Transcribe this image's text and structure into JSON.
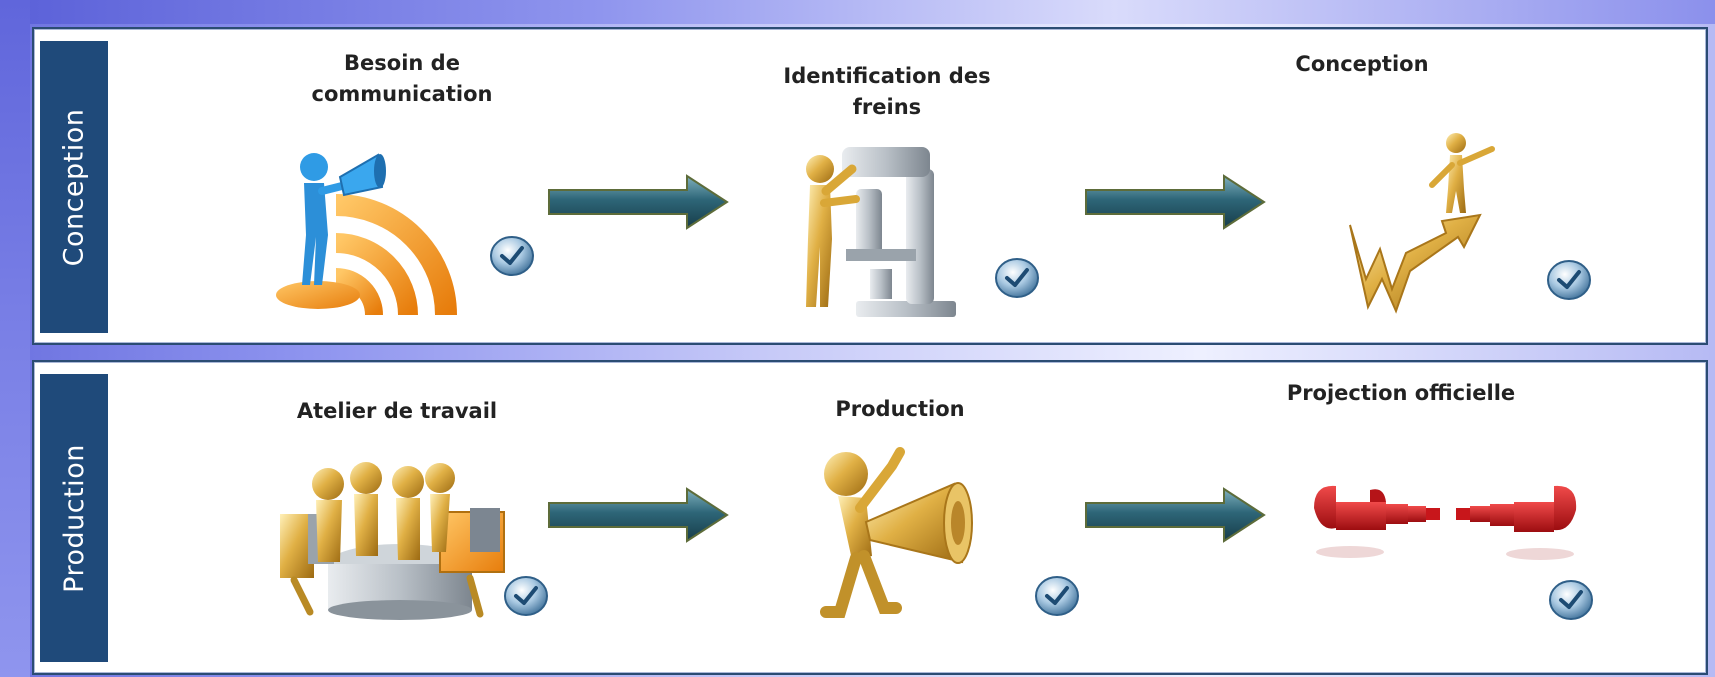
{
  "phases": [
    {
      "label": "Conception",
      "steps": [
        {
          "title": "Besoin de communication",
          "icon": "megaphone-broadcast-figure"
        },
        {
          "title": "Identification des freins",
          "icon": "microscope-figure"
        },
        {
          "title": "Conception",
          "icon": "rising-arrow-figure"
        }
      ]
    },
    {
      "label": "Production",
      "steps": [
        {
          "title": "Atelier de travail",
          "icon": "meeting-table-figures"
        },
        {
          "title": "Production",
          "icon": "megaphone-figure"
        },
        {
          "title": "Projection officielle",
          "icon": "red-armchairs"
        }
      ]
    }
  ],
  "colors": {
    "side_label": "#1f4a7a",
    "panel_border": "#2b4c73",
    "arrow": "#2e6678",
    "gold": "#d9a737",
    "orange": "#f39a1a",
    "blue_figure": "#2f9be5",
    "red_chair": "#c8161b"
  }
}
